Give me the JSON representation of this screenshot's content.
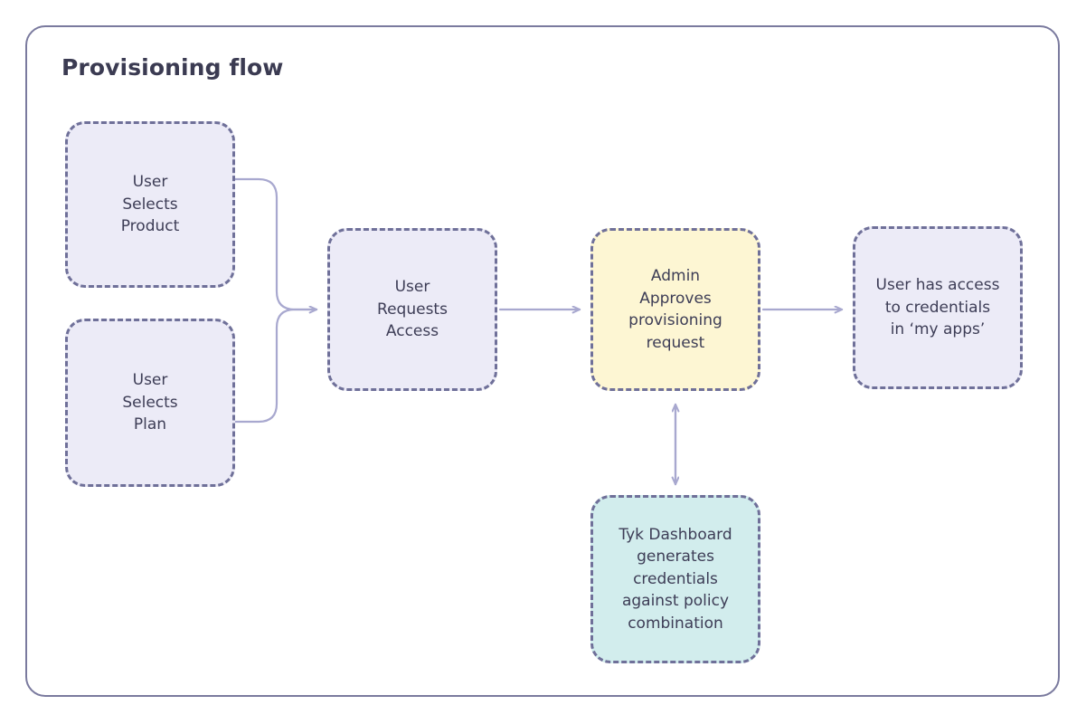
{
  "title": "Provisioning flow",
  "colors": {
    "frame_border": "#7a7a9e",
    "node_border": "#6f7099",
    "edge": "#a8a8cf",
    "text": "#3d3d56",
    "fill_lavender": "#ecebf7",
    "fill_yellow": "#fdf6d3",
    "fill_teal": "#d2eded",
    "background": "#ffffff"
  },
  "chart_data": {
    "type": "diagram",
    "title": "Provisioning flow",
    "nodes": [
      {
        "id": "user-selects-product",
        "label": "User\nSelects\nProduct",
        "fill": "lavender"
      },
      {
        "id": "user-selects-plan",
        "label": "User\nSelects\nPlan",
        "fill": "lavender"
      },
      {
        "id": "user-requests-access",
        "label": "User\nRequests\nAccess",
        "fill": "lavender"
      },
      {
        "id": "admin-approves",
        "label": "Admin\nApproves\nprovisioning\nrequest",
        "fill": "yellow"
      },
      {
        "id": "user-has-access",
        "label": "User has access\nto credentials\nin ‘my apps’",
        "fill": "lavender"
      },
      {
        "id": "tyk-dashboard",
        "label": "Tyk Dashboard\ngenerates\ncredentials\nagainst policy\ncombination",
        "fill": "teal"
      }
    ],
    "edges": [
      {
        "from": "user-selects-product",
        "to": "user-requests-access",
        "style": "elbow",
        "arrow": "single"
      },
      {
        "from": "user-selects-plan",
        "to": "user-requests-access",
        "style": "elbow",
        "arrow": "single"
      },
      {
        "from": "user-requests-access",
        "to": "admin-approves",
        "style": "straight",
        "arrow": "single"
      },
      {
        "from": "admin-approves",
        "to": "user-has-access",
        "style": "straight",
        "arrow": "single"
      },
      {
        "from": "admin-approves",
        "to": "tyk-dashboard",
        "style": "vertical",
        "arrow": "double"
      }
    ]
  },
  "nodes": {
    "user_selects_product": "User\nSelects\nProduct",
    "user_selects_plan": "User\nSelects\nPlan",
    "user_requests_access": "User\nRequests\nAccess",
    "admin_approves": "Admin\nApproves\nprovisioning\nrequest",
    "user_has_access": "User has access\nto credentials\nin ‘my apps’",
    "tyk_dashboard": "Tyk Dashboard\ngenerates\ncredentials\nagainst policy\ncombination"
  }
}
